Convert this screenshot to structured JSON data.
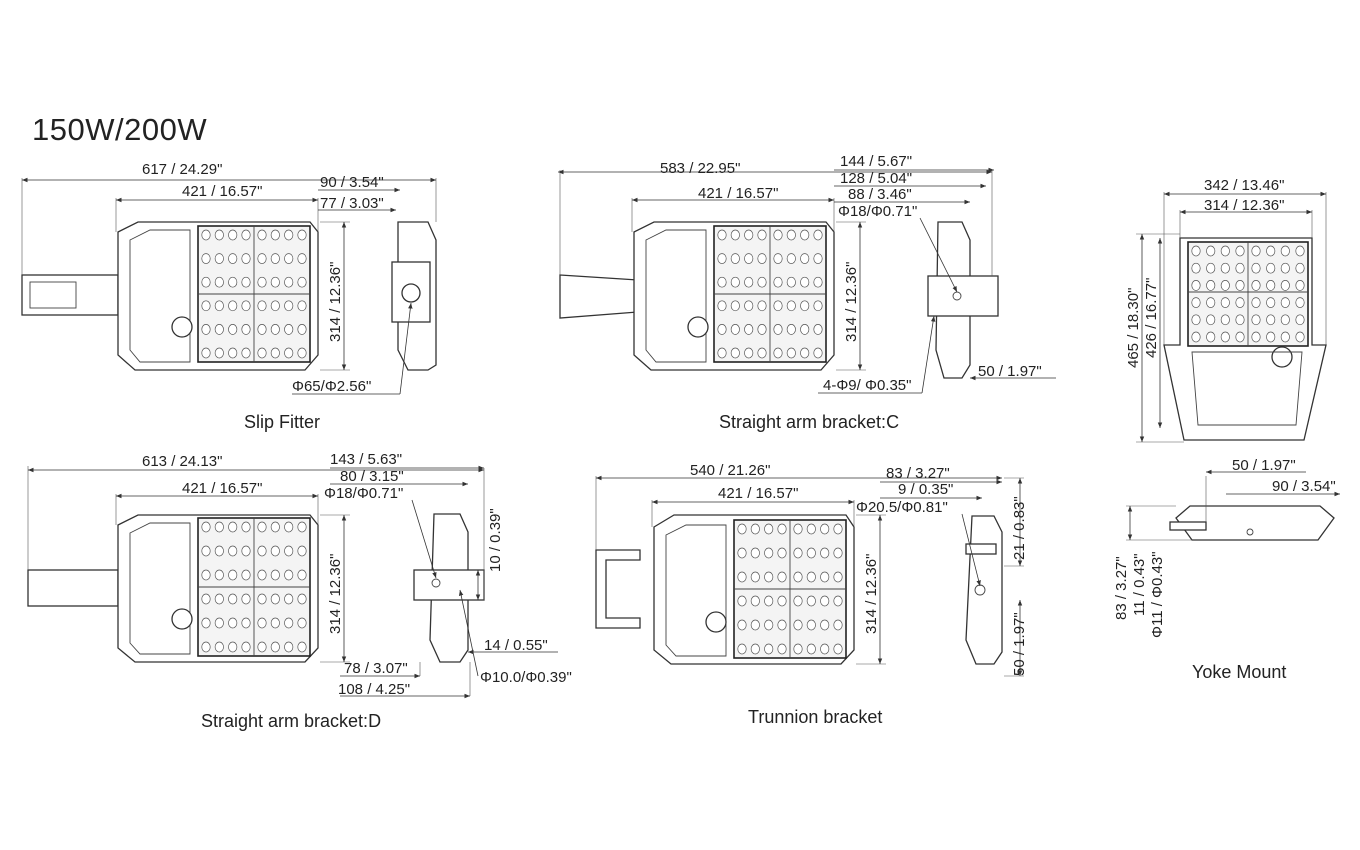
{
  "title": "150W/200W",
  "captions": {
    "slip_fitter": "Slip Fitter",
    "straight_c": "Straight arm bracket:C",
    "yoke": "Yoke Mount",
    "straight_d": "Straight arm bracket:D",
    "trunnion": "Trunnion bracket"
  },
  "dims": {
    "sf_total": "617 / 24.29\"",
    "sf_body": "421 / 16.57\"",
    "sf_side_a": "90 / 3.54\"",
    "sf_side_b": "77 / 3.03\"",
    "sf_height": "314 / 12.36\"",
    "sf_dia": "Φ65/Φ2.56\"",
    "c_total": "583 / 22.95\"",
    "c_body": "421 / 16.57\"",
    "c_a": "144 / 5.67\"",
    "c_b": "128 / 5.04\"",
    "c_c": "88 / 3.46\"",
    "c_dia": "Φ18/Φ0.71\"",
    "c_height": "314 / 12.36\"",
    "c_holes": "4-Φ9/ Φ0.35\"",
    "c_plate": "50 / 1.97\"",
    "y_width_a": "342 / 13.46\"",
    "y_width_b": "314 / 12.36\"",
    "y_height_a": "465 / 18.30\"",
    "y_height_b": "426 / 16.77\"",
    "y_side_a": "50 / 1.97\"",
    "y_side_b": "90 / 3.54\"",
    "y_v_a": "83 / 3.27\"",
    "y_v_b": "11 / 0.43\"",
    "y_v_c": "Φ11 / Φ0.43\"",
    "d_total": "613 / 24.13\"",
    "d_body": "421 / 16.57\"",
    "d_a": "143 / 5.63\"",
    "d_b": "80 / 3.15\"",
    "d_dia": "Φ18/Φ0.71\"",
    "d_height": "314 / 12.36\"",
    "d_v": "10 / 0.39\"",
    "d_c": "14 / 0.55\"",
    "d_d": "78 / 3.07\"",
    "d_e": "108 / 4.25\"",
    "d_dia2": "Φ10.0/Φ0.39\"",
    "t_total": "540 / 21.26\"",
    "t_body": "421 / 16.57\"",
    "t_a": "83 / 3.27\"",
    "t_b": "9 / 0.35\"",
    "t_dia": "Φ20.5/Φ0.81\"",
    "t_height": "314 / 12.36\"",
    "t_v_a": "21 / 0.83\"",
    "t_v_b": "50 / 1.97\""
  }
}
